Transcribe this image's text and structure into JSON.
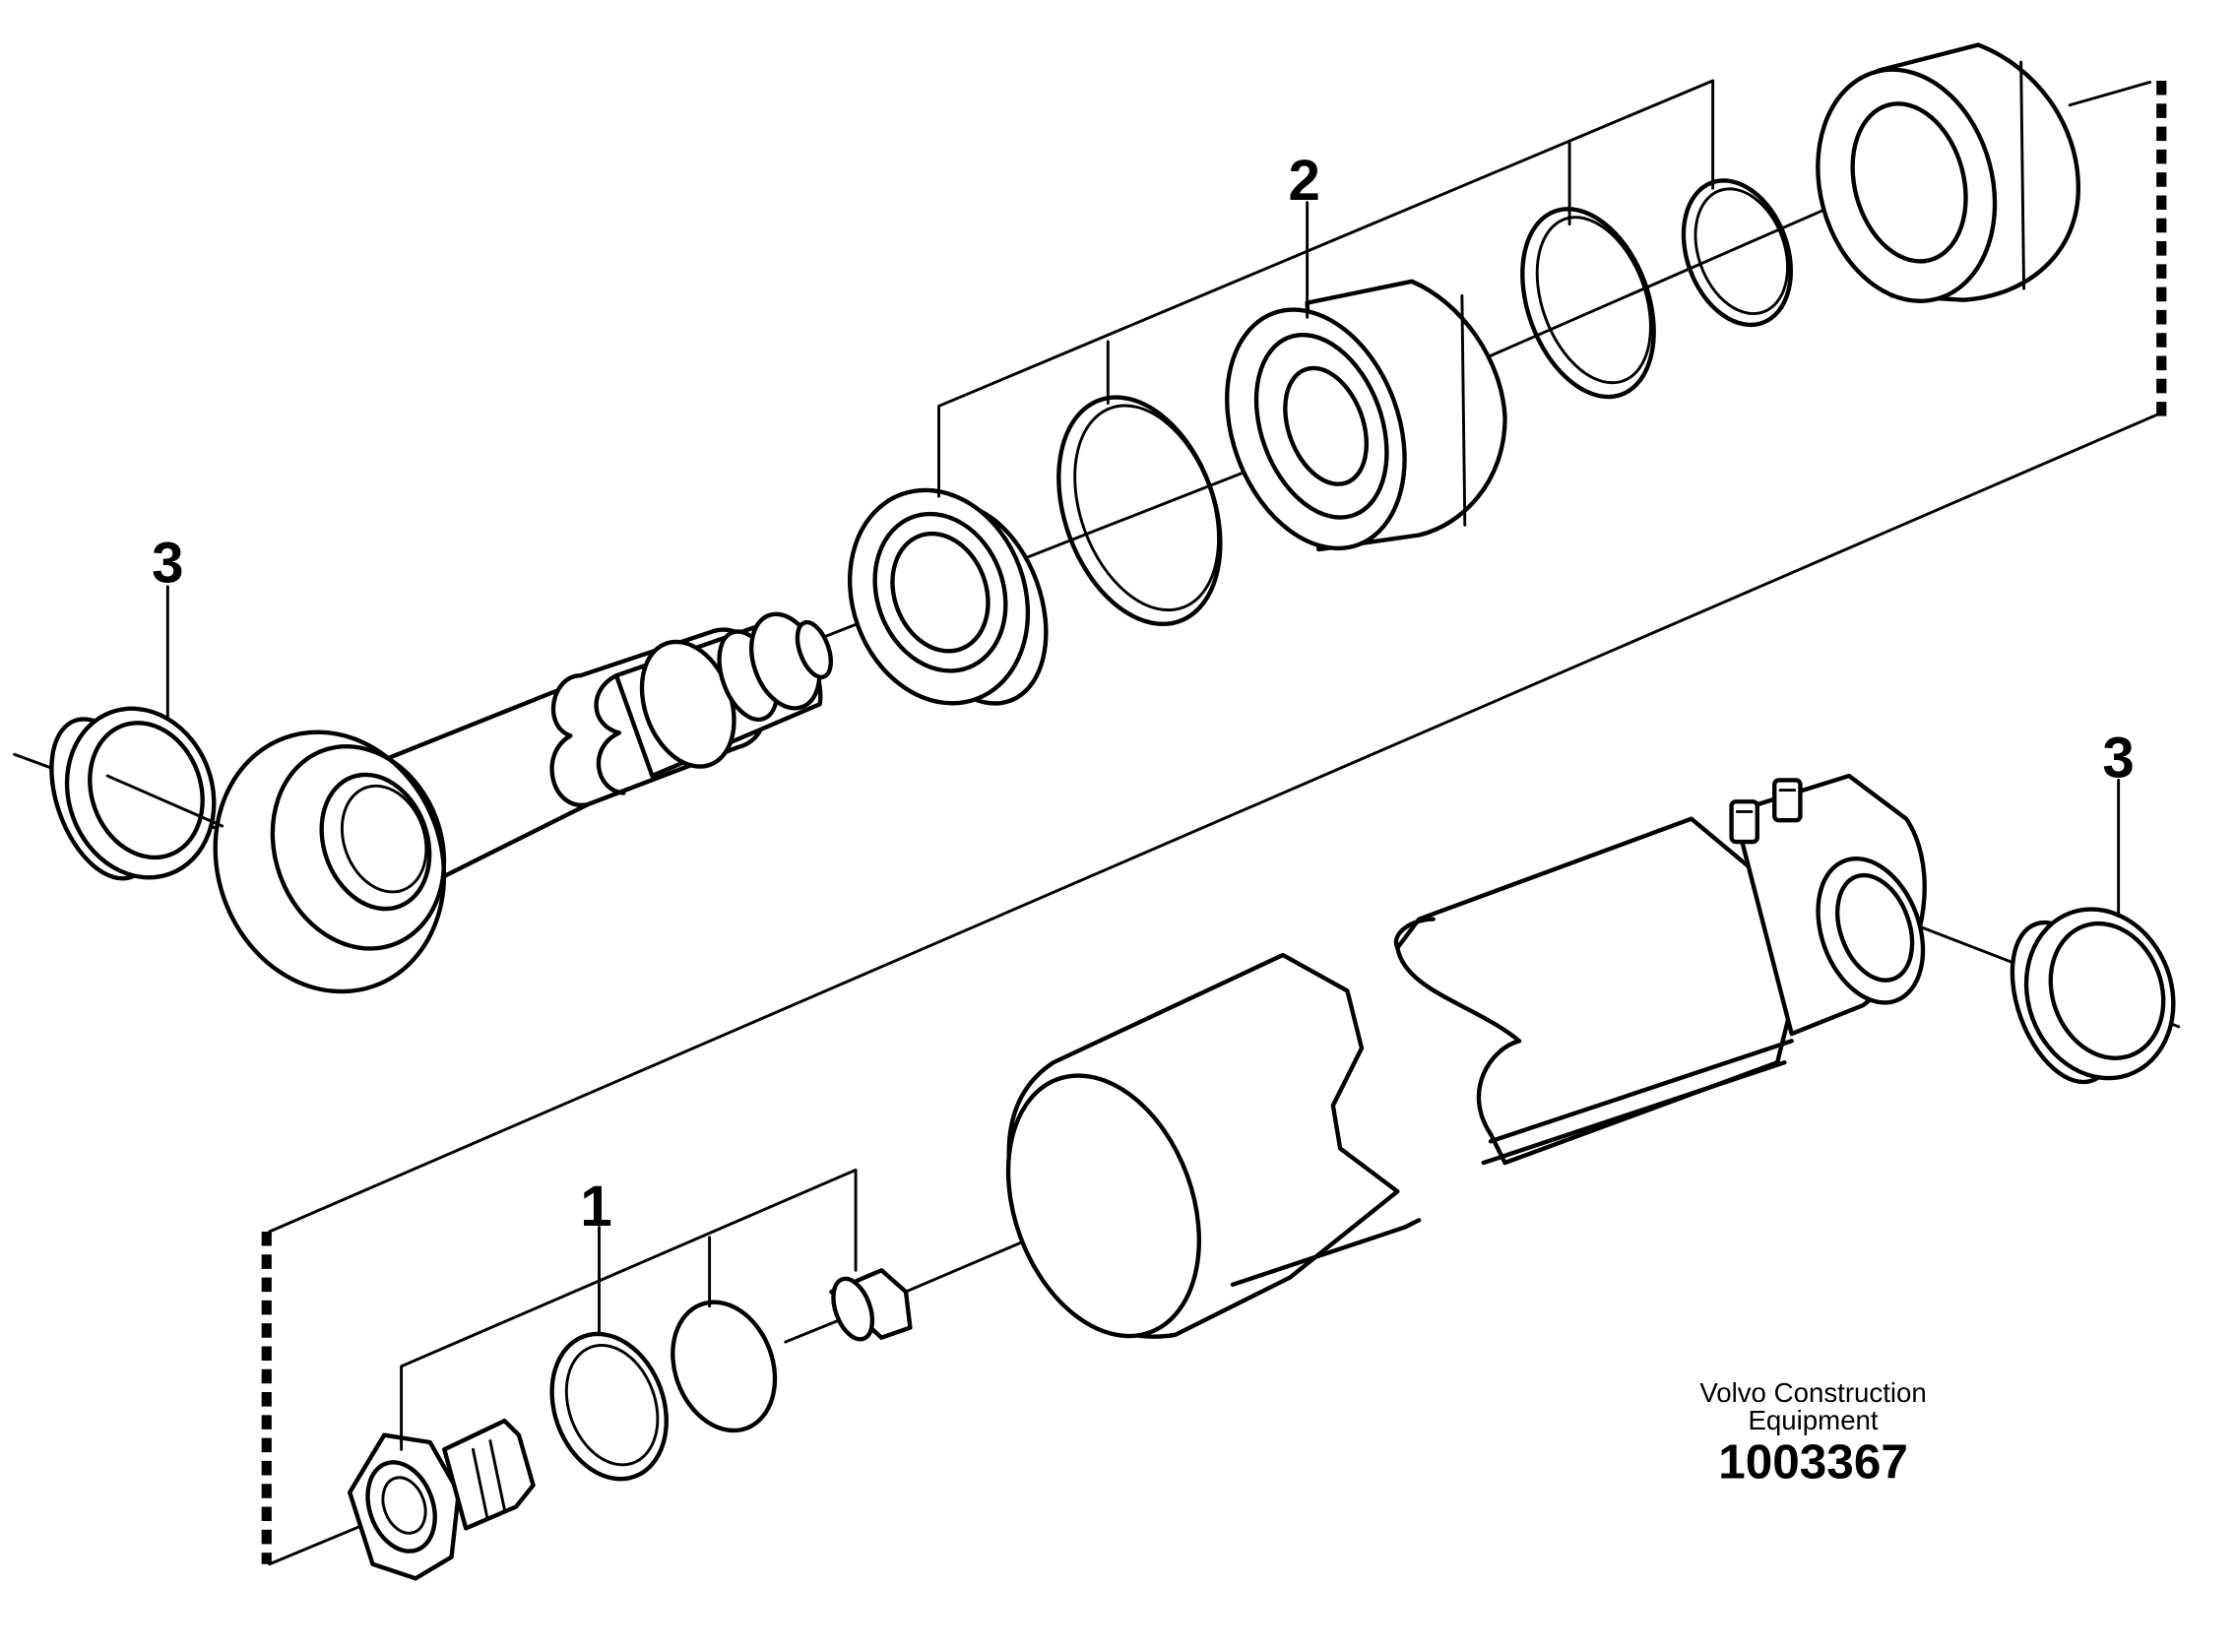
{
  "callouts": {
    "item_1": "1",
    "item_2": "2",
    "item_3_left": "3",
    "item_3_right": "3"
  },
  "credit": {
    "line1": "Volvo Construction",
    "line2": "Equipment"
  },
  "document_number": "1003367"
}
